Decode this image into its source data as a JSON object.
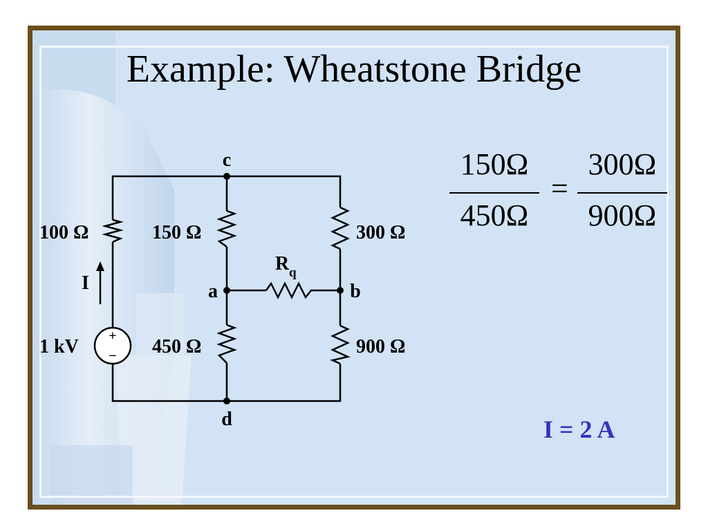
{
  "slide": {
    "title": "Example: Wheatstone Bridge",
    "background_color": "#d2e3f5",
    "frame_color": "#6b4f1d"
  },
  "circuit": {
    "nodes": {
      "c": "c",
      "a": "a",
      "b": "b",
      "d": "d"
    },
    "resistors": {
      "r100": "100 Ω",
      "r150": "150 Ω",
      "r300": "300 Ω",
      "r450": "450 Ω",
      "r900": "900 Ω",
      "rq_main": "R",
      "rq_sub": "q"
    },
    "source": {
      "label": "1 kV",
      "plus": "+",
      "minus": "−"
    },
    "current_label": "I"
  },
  "equation": {
    "left_num": "150Ω",
    "left_den": "450Ω",
    "sign": "=",
    "right_num": "300Ω",
    "right_den": "900Ω"
  },
  "result": {
    "text": "I = 2 A",
    "color": "#3a2fc0"
  }
}
